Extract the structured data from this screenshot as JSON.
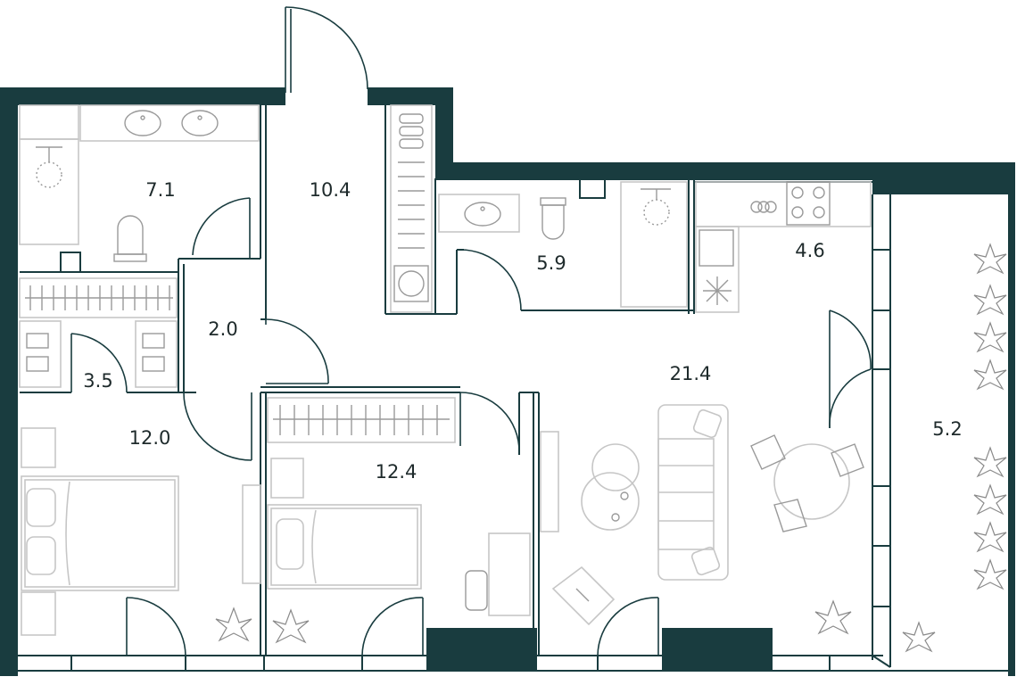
{
  "rooms": [
    {
      "id": "bathroom-1",
      "area": "7.1"
    },
    {
      "id": "hallway",
      "area": "10.4"
    },
    {
      "id": "bathroom-2",
      "area": "5.9"
    },
    {
      "id": "kitchen",
      "area": "4.6"
    },
    {
      "id": "corridor",
      "area": "2.0"
    },
    {
      "id": "wardrobe",
      "area": "3.5"
    },
    {
      "id": "living-room",
      "area": "21.4"
    },
    {
      "id": "bedroom-1",
      "area": "12.0"
    },
    {
      "id": "bedroom-2",
      "area": "12.4"
    },
    {
      "id": "balcony",
      "area": "5.2"
    }
  ],
  "icons": [
    "sink-icon",
    "toilet-icon",
    "shower-icon",
    "stove-icon",
    "fridge-icon",
    "bed-icon",
    "sofa-icon",
    "table-icon",
    "chair-icon",
    "plant-icon",
    "wardrobe-icon",
    "shoe-rack-icon",
    "washing-machine-icon"
  ],
  "colors": {
    "walls": "#193c3f",
    "furniture": "#c6c6c6",
    "text": "#1e2a2b",
    "background": "#ffffff"
  }
}
